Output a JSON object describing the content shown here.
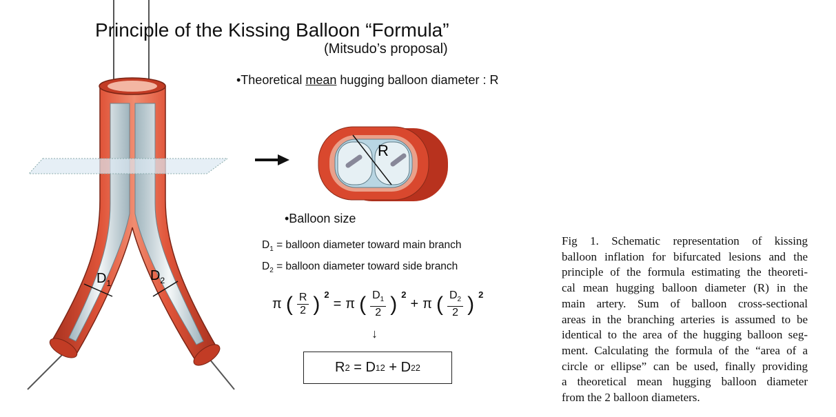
{
  "figure": {
    "title": "Principle of the Kissing Balloon “Formula”",
    "subtitle": "(Mitsudo’s proposal)",
    "theoretical": {
      "prefix": "•Theoretical ",
      "underlined": "mean",
      "suffix": " hugging balloon diameter : R"
    },
    "cross_section_label": "R",
    "branch_labels": {
      "d1": "D",
      "d1_sub": "1",
      "d2": "D",
      "d2_sub": "2"
    },
    "balloon_size_heading": "•Balloon size",
    "d1_def": {
      "sym": "D",
      "sub": "1",
      "text": " = balloon diameter toward main branch"
    },
    "d2_def": {
      "sym": "D",
      "sub": "2",
      "text": " = balloon diameter toward side branch"
    },
    "formula": {
      "pi": "π",
      "R": "R",
      "two": "2",
      "eq": "=",
      "plus": "+",
      "D": "D",
      "sub1": "1",
      "sub2": "2",
      "sq": "2"
    },
    "down_arrow": "↓",
    "result": {
      "R": "R",
      "sq": "2",
      "eq": " = ",
      "D": "D",
      "sub1": "1",
      "sub2": "2",
      "plus": " + "
    },
    "colors": {
      "vessel": "#d9482e",
      "vessel_dark": "#a8321f",
      "balloon": "#c9dfe8",
      "plane": "#dbe8f2"
    }
  },
  "caption": {
    "lines": [
      "Fig 1.   Schematic representation of kissing",
      "balloon inflation for bifurcated lesions and the",
      "principle of the formula estimating the theoreti-",
      "cal mean hugging balloon diameter (R) in the",
      "main artery. Sum of balloon cross-sectional",
      "areas in the branching arteries is assumed to be",
      "identical to the area of the hugging balloon seg-",
      "ment. Calculating the formula of the “area of a",
      "circle or ellipse” can be used, finally providing",
      "a theoretical mean hugging balloon diameter",
      "from the 2 balloon diameters."
    ]
  }
}
